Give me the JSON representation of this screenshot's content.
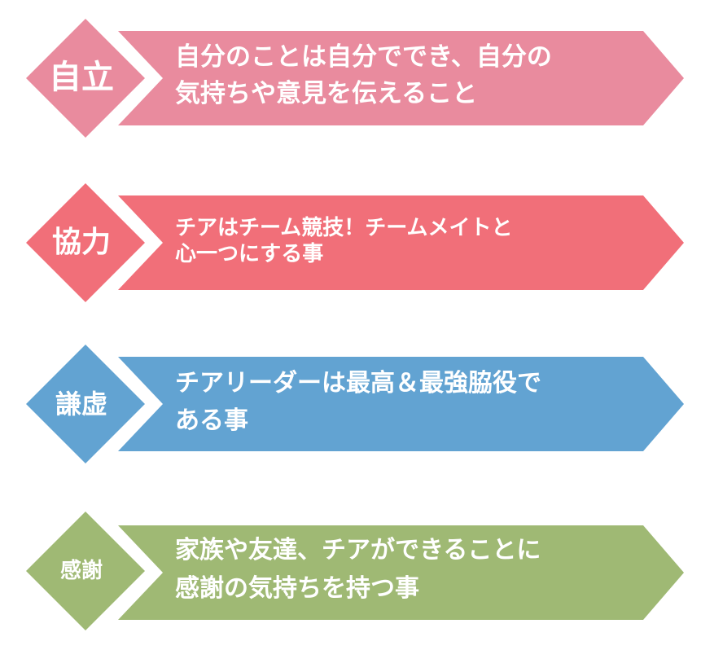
{
  "items": [
    {
      "label": "自立",
      "lines": [
        "自分のことは自分ででき、自分の",
        "気持ちや意見を伝えること"
      ],
      "color": "#e98b9e"
    },
    {
      "label": "協力",
      "lines": [
        "チアはチーム競技！チームメイトと",
        "心一つにする事"
      ],
      "color": "#f16f79"
    },
    {
      "label": "謙虚",
      "lines": [
        "チアリーダーは最高＆最強脇役で",
        "ある事"
      ],
      "color": "#62a3d2"
    },
    {
      "label": "感謝",
      "lines": [
        "家族や友達、チアができることに",
        "感謝の気持ちを持つ事"
      ],
      "color": "#9fb974"
    }
  ]
}
